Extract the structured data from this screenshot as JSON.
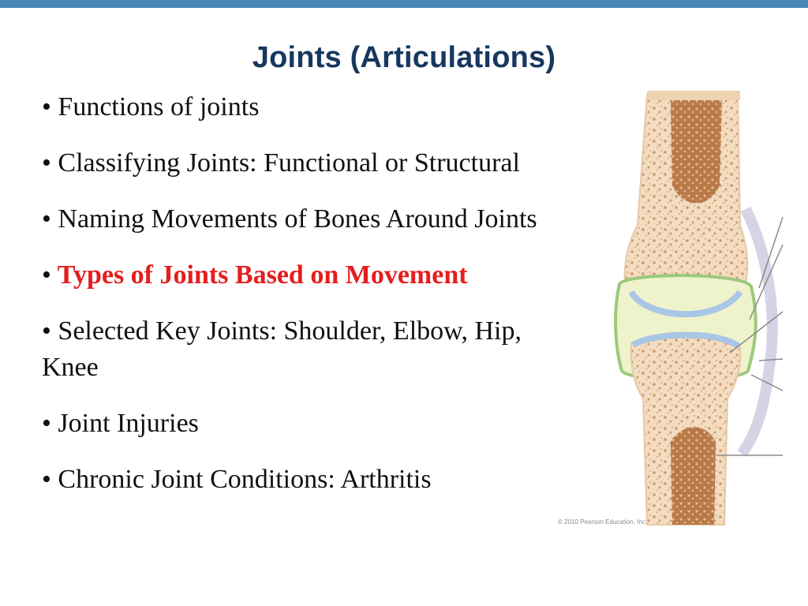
{
  "slide": {
    "title": "Joints (Articulations)",
    "bullet_symbol": "•",
    "items": [
      {
        "text": "Functions of joints",
        "highlighted": false
      },
      {
        "text": "Classifying Joints: Functional or Structural",
        "highlighted": false
      },
      {
        "text": "Naming Movements of Bones Around Joints",
        "highlighted": false
      },
      {
        "text": "Types of Joints Based on Movement",
        "highlighted": true
      },
      {
        "text": "Selected Key Joints: Shoulder, Elbow, Hip, Knee",
        "highlighted": false
      },
      {
        "text": "Joint Injuries",
        "highlighted": false
      },
      {
        "text": "Chronic Joint Conditions: Arthritis",
        "highlighted": false
      }
    ]
  },
  "figure": {
    "copyright": "© 2010 Pearson Education, Inc."
  },
  "colors": {
    "top_bar": "#4a86b5",
    "title": "#17375e",
    "highlight": "#e41e1e",
    "bone": "#f3dcc0",
    "marrow": "#b97a4a",
    "cartilage": "#a9c6e6",
    "synovial_membrane": "#9cc97a"
  }
}
